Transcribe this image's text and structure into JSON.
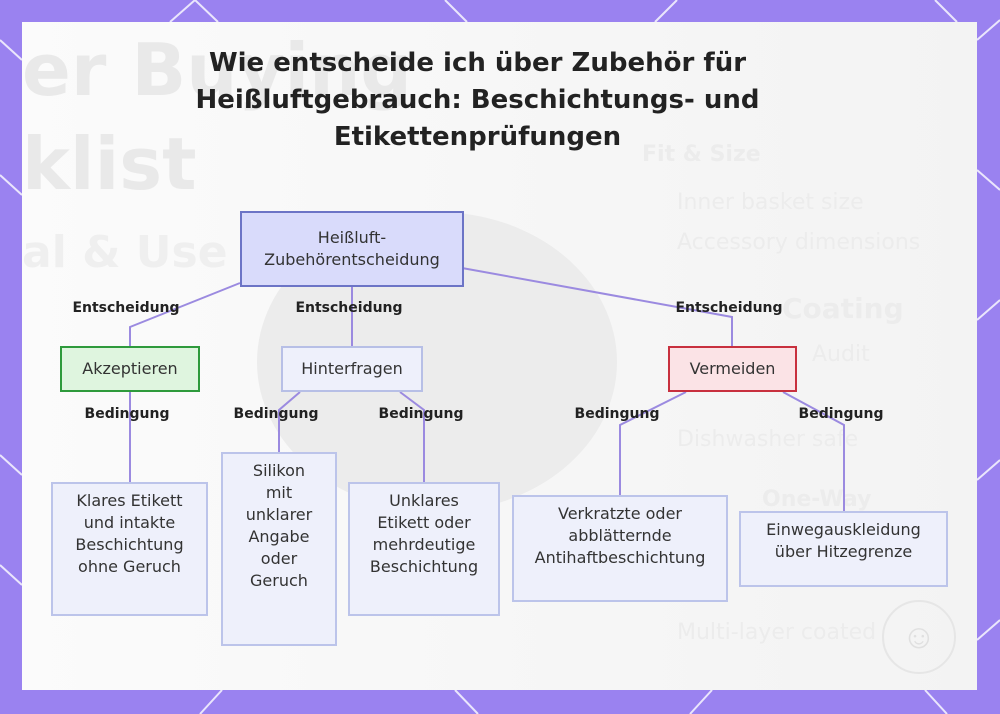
{
  "title": "Wie entscheide ich über Zubehör für Heißluftgebrauch: Beschichtungs- und Etikettenprüfungen",
  "background": {
    "ghost_lines": [
      "er Buying",
      "klist",
      "al & Use"
    ],
    "ghost_list": [
      "Fit & Size",
      "Inner basket size",
      "Accessory dimensions",
      "Coating",
      "Audit",
      "Dishwasher safe",
      "One-Way",
      "Multi-layer coated"
    ]
  },
  "nodes": {
    "root": "Heißluft-\nZubehörentscheidung",
    "accept": "Akzeptieren",
    "question": "Hinterfragen",
    "avoid": "Vermeiden",
    "leaf_accept": "Klares Etikett\nund intakte\nBeschichtung\nohne Geruch",
    "leaf_q1": "Silikon\nmit\nunklarer\nAngabe\noder\nGeruch",
    "leaf_q2": "Unklares\nEtikett oder\nmehrdeutige\nBeschichtung",
    "leaf_a1": "Verkratzte oder\nabblätternde\nAntihaftbeschichtung",
    "leaf_a2": "Einwegauskleidung\nüber Hitzegrenze"
  },
  "edge_labels": {
    "decision": "Entscheidung",
    "condition": "Bedingung"
  },
  "colors": {
    "frame": "#9a82f0",
    "edge": "#9b8ae0",
    "accept_border": "#2e9a3c",
    "avoid_border": "#c8303e",
    "root_fill": "#d9dbfb"
  },
  "icons": {
    "watermark": "logo-watermark-icon"
  }
}
